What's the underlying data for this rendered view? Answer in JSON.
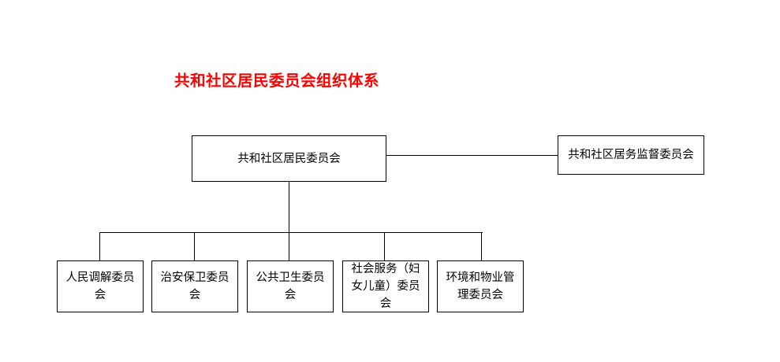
{
  "title": "共和社区居民委员会组织体系",
  "title_color": "#ff0000",
  "line_color": "#000000",
  "background_color": "#ffffff",
  "root": {
    "label": "共和社区居民委员会"
  },
  "supervisor": {
    "label": "共和社区居务监督委员会"
  },
  "children": [
    {
      "label": "人民调解委员会"
    },
    {
      "label": "治安保卫委员会"
    },
    {
      "label": "公共卫生委员会"
    },
    {
      "label": "社会服务（妇女儿童）委员会"
    },
    {
      "label": "环境和物业管理委员会"
    }
  ]
}
